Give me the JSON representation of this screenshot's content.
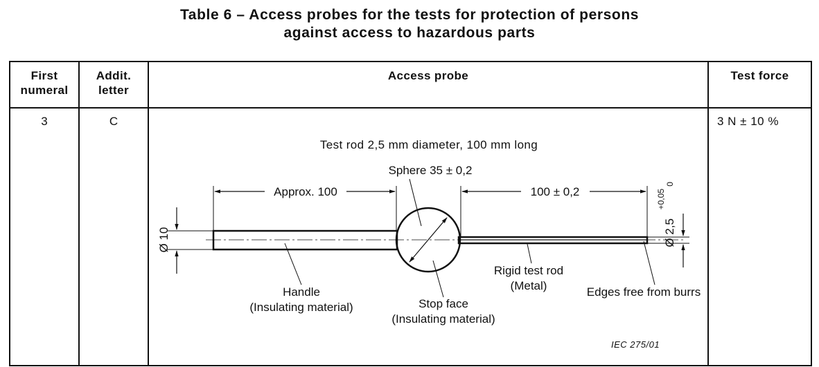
{
  "table": {
    "title_line1": "Table 6 – Access probes for the tests for protection of persons",
    "title_line2": "against access to hazardous parts",
    "headers": {
      "first_numeral_line1": "First",
      "first_numeral_line2": "numeral",
      "addit_letter_line1": "Addit.",
      "addit_letter_line2": "letter",
      "access_probe": "Access probe",
      "test_force": "Test force"
    },
    "row": {
      "first_numeral": "3",
      "addit_letter": "C",
      "test_force": "3 N ± 10 %"
    }
  },
  "figure": {
    "caption": "Test rod 2,5 mm diameter, 100 mm long",
    "sphere_label": "Sphere 35 ± 0,2",
    "approx_label": "Approx. 100",
    "rod_length_label": "100 ± 0,2",
    "diameter_10": "Ø 10",
    "diameter_25_main": "Ø 2,5",
    "diameter_25_tol_upper": "+0,05",
    "diameter_25_tol_lower": "0",
    "handle_line1": "Handle",
    "handle_line2": "(Insulating material)",
    "stop_face_line1": "Stop face",
    "stop_face_line2": "(Insulating material)",
    "rigid_rod_line1": "Rigid test rod",
    "rigid_rod_line2": "(Metal)",
    "edges_label": "Edges free from burrs",
    "iec_ref": "IEC   275/01"
  }
}
